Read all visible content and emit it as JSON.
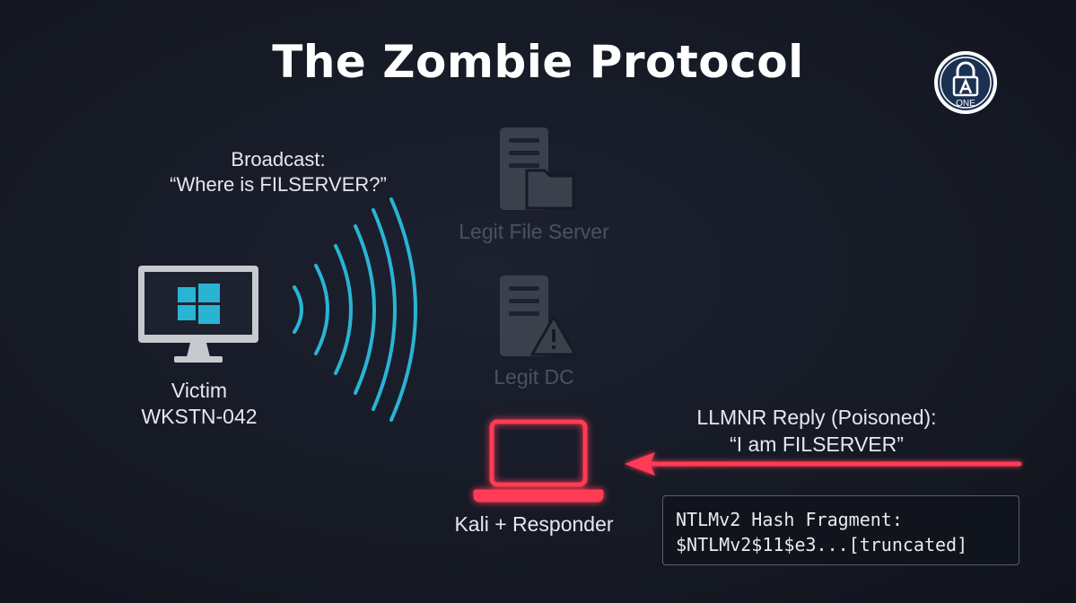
{
  "title": "The Zombie Protocol",
  "logo": {
    "text": "ONE",
    "icon": "lock-a-icon"
  },
  "broadcast": {
    "line1": "Broadcast:",
    "line2": "“Where is FILSERVER?”"
  },
  "victim": {
    "name": "Victim",
    "host": "WKSTN-042",
    "icon": "windows-monitor-icon"
  },
  "file_server": {
    "label": "Legit File Server",
    "icon": "server-folder-icon"
  },
  "domain_controller": {
    "label": "Legit DC",
    "icon": "server-warning-icon"
  },
  "attacker": {
    "label": "Kali + Responder",
    "icon": "laptop-icon"
  },
  "reply": {
    "line1": "LLMNR Reply (Poisoned):",
    "line2": "“I am FILSERVER”"
  },
  "hash": {
    "line1": "NTLMv2 Hash Fragment:",
    "line2": "$NTLMv2$11$e3...[truncated]"
  },
  "colors": {
    "wave": "#2ab4d4",
    "attack": "#ff3b55",
    "dim_icon": "#3f4452",
    "dim_text": "#4b5160",
    "background": "#161a25"
  }
}
